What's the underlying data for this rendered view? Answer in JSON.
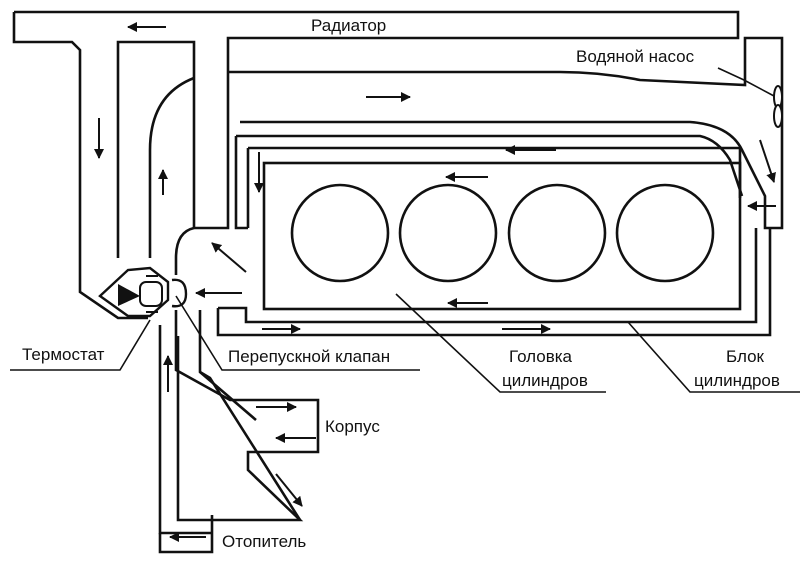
{
  "diagram": {
    "labels": {
      "radiator": "Радиатор",
      "water_pump": "Водяной насос",
      "thermostat": "Термостат",
      "bypass_valve": "Перепускной клапан",
      "cylinder_head_line1": "Головка",
      "cylinder_head_line2": "цилиндров",
      "cylinder_block_line1": "Блок",
      "cylinder_block_line2": "цилиндров",
      "body": "Корпус",
      "heater": "Отопитель"
    },
    "cylinder_count": 4,
    "line_color": "#111111",
    "background_color": "#ffffff"
  }
}
